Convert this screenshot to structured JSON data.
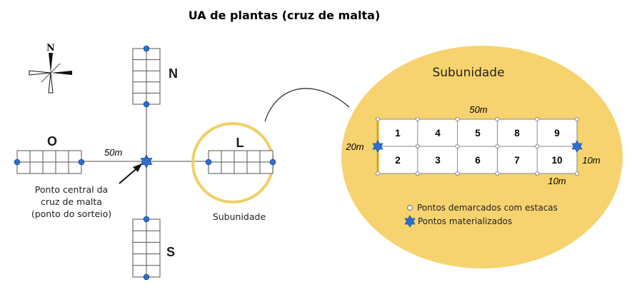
{
  "title": "UA de plantas (cruz de malta)",
  "compass_letter": "N",
  "arm_labels": {
    "north": "N",
    "west": "O",
    "east": "L",
    "south": "S"
  },
  "arm_length_label": "50m",
  "center_caption": [
    "Ponto central da",
    "cruz de malta",
    "(ponto do sorteio)"
  ],
  "small_subunit_caption": "Subunidade",
  "detail": {
    "title": "Subunidade",
    "width_label": "50m",
    "height_label": "20m",
    "half_height_label": "10m",
    "cell_width_label": "10m",
    "top_row": [
      "1",
      "4",
      "5",
      "8",
      "9"
    ],
    "bottom_row": [
      "2",
      "3",
      "6",
      "7",
      "10"
    ]
  },
  "legend": [
    {
      "label": "Pontos demarcados com estacas",
      "marker": "white-circle"
    },
    {
      "label": "Pontos materializados",
      "marker": "blue-star"
    }
  ],
  "colors": {
    "ellipse_fill": "#f6d36e",
    "circle_outline": "#f0cf65",
    "marker_blue": "#2d6fd1",
    "line_gray": "#8a8a8a",
    "grid_line": "#555555"
  }
}
